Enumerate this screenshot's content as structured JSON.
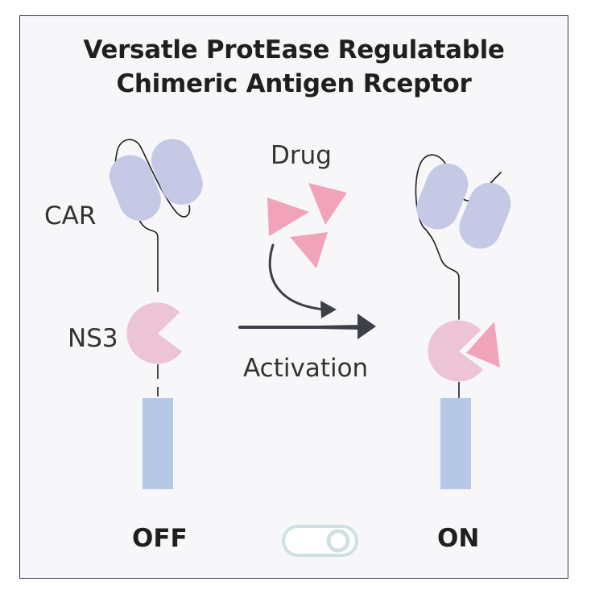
{
  "title": {
    "line1": "Versatle ProtEase Regulatable",
    "line2": "Chimeric Antigen Rceptor"
  },
  "labels": {
    "car": "CAR",
    "ns3": "NS3",
    "drug": "Drug",
    "activation": "Activation"
  },
  "states": {
    "off": "OFF",
    "on": "ON"
  },
  "toggle": {
    "state": "on"
  },
  "colors": {
    "frame": "#2e3650",
    "antibody": "#c6c9e6",
    "ns3": "#ecc4d6",
    "drug": "#f1a4b9",
    "transmembrane": "#b6c8e6",
    "arrow": "#3d4048",
    "toggle": "#cfe0e3"
  },
  "icons": {
    "toggle": "toggle-switch-icon",
    "drug": "triangle-icon",
    "ns3": "pacman-icon"
  }
}
